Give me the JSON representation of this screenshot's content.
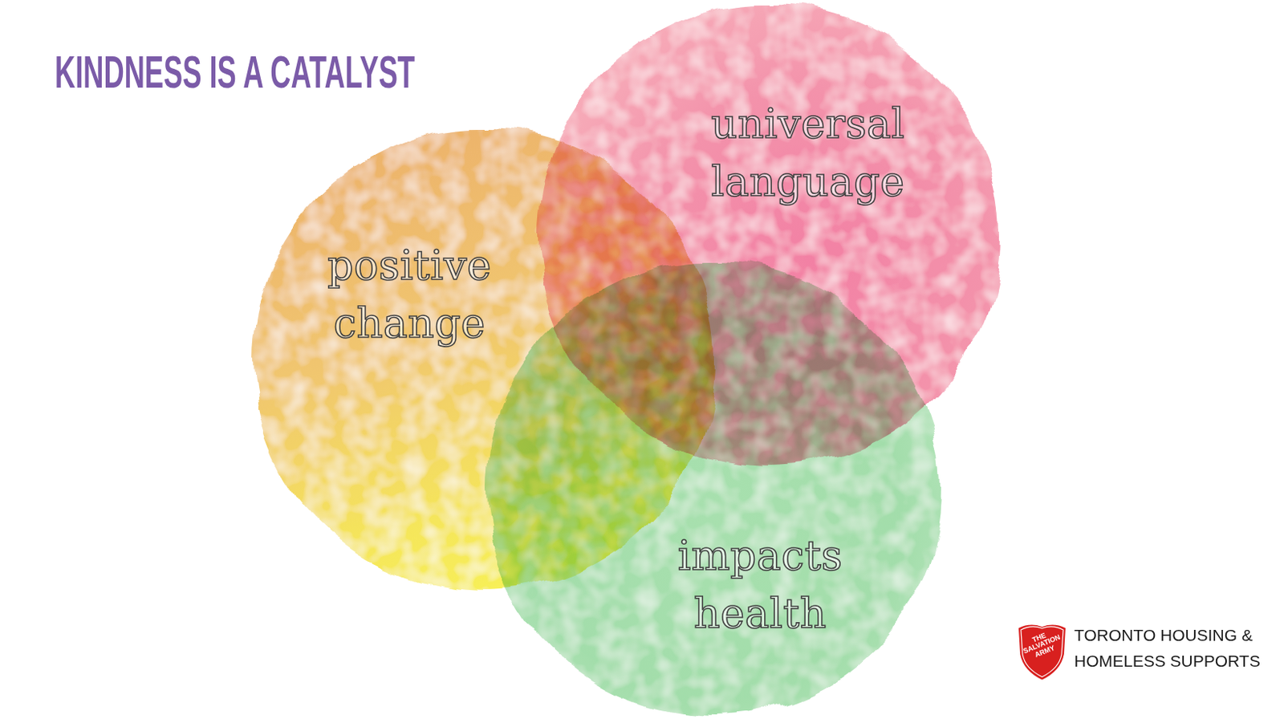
{
  "diagram": {
    "title": "KINDNESS IS A CATALYST",
    "nodes": [
      {
        "text": [
          "positive change"
        ]
      },
      {
        "text": [
          "universal language"
        ]
      },
      {
        "text": [
          "impacts health"
        ]
      }
    ],
    "labels": [
      "THE SALVATION ARMY",
      "TORONTO HOUSING & HOMELESS SUPPORTS"
    ]
  }
}
